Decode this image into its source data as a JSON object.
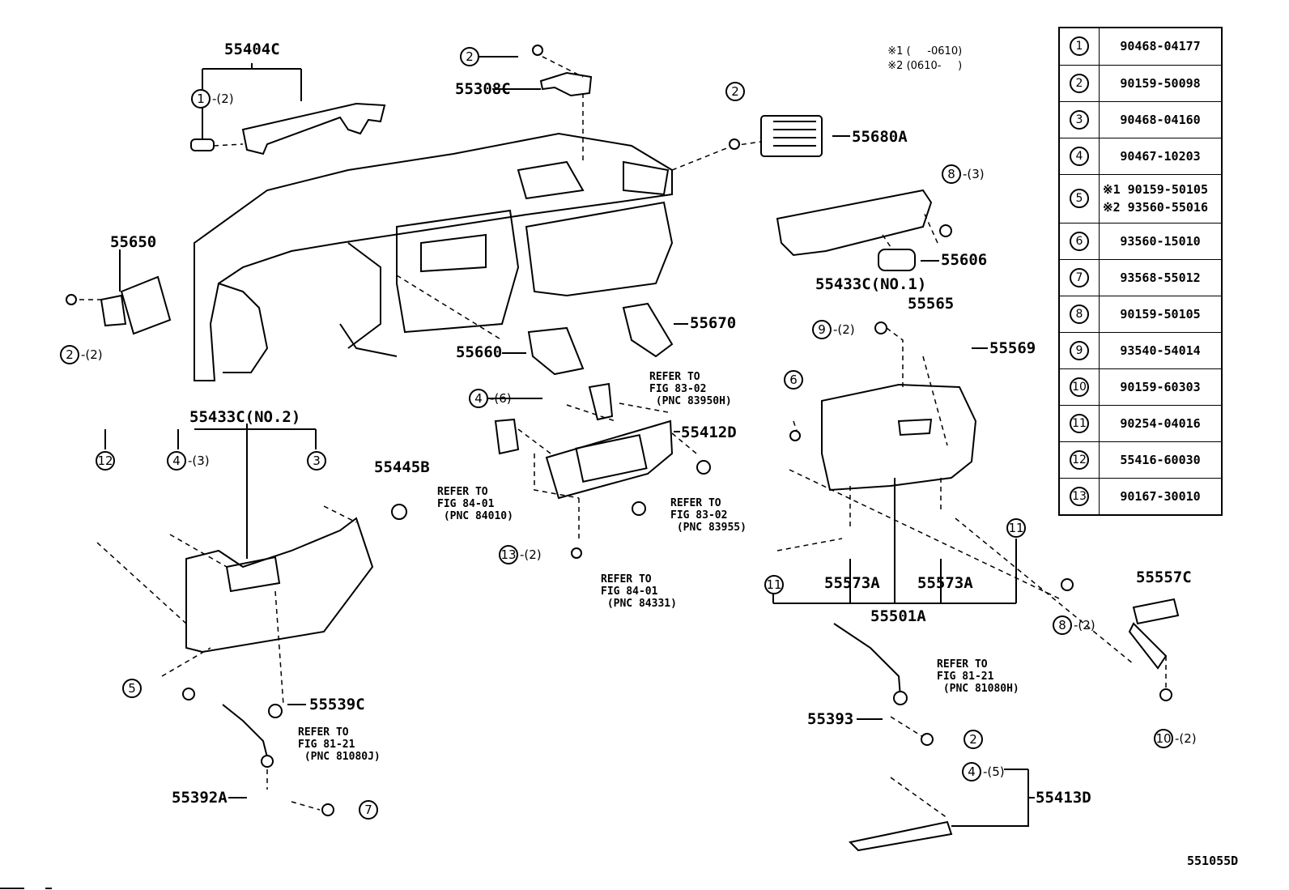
{
  "diagram": {
    "figure_id": "551055D",
    "notes": [
      {
        "mark": "※1",
        "text": "(     -0610)"
      },
      {
        "mark": "※2",
        "text": "(0610-     )"
      }
    ],
    "legend": [
      {
        "ref": "1",
        "part_numbers": [
          "90468-04177"
        ]
      },
      {
        "ref": "2",
        "part_numbers": [
          "90159-50098"
        ]
      },
      {
        "ref": "3",
        "part_numbers": [
          "90468-04160"
        ]
      },
      {
        "ref": "4",
        "part_numbers": [
          "90467-10203"
        ]
      },
      {
        "ref": "5",
        "part_numbers": [
          "※1 90159-50105",
          "※2 93560-55016"
        ]
      },
      {
        "ref": "6",
        "part_numbers": [
          "93560-15010"
        ]
      },
      {
        "ref": "7",
        "part_numbers": [
          "93568-55012"
        ]
      },
      {
        "ref": "8",
        "part_numbers": [
          "90159-50105"
        ]
      },
      {
        "ref": "9",
        "part_numbers": [
          "93540-54014"
        ]
      },
      {
        "ref": "10",
        "part_numbers": [
          "90159-60303"
        ]
      },
      {
        "ref": "11",
        "part_numbers": [
          "90254-04016"
        ]
      },
      {
        "ref": "12",
        "part_numbers": [
          "55416-60030"
        ]
      },
      {
        "ref": "13",
        "part_numbers": [
          "90167-30010"
        ]
      }
    ],
    "part_labels": {
      "p55404C": "55404C",
      "p55308C": "55308C",
      "p55680A": "55680A",
      "p55650": "55650",
      "p55606": "55606",
      "p55433C_no1": "55433C(NO.1)",
      "p55565": "55565",
      "p55569": "55569",
      "p55670": "55670",
      "p55660": "55660",
      "p55412D": "55412D",
      "p55433C_no2": "55433C(NO.2)",
      "p55445B": "55445B",
      "p55573A_1": "55573A",
      "p55573A_2": "55573A",
      "p55501A": "55501A",
      "p55557C": "55557C",
      "p55539C": "55539C",
      "p55392A": "55392A",
      "p55393": "55393",
      "p55413D": "55413D"
    },
    "callouts": [
      {
        "id": "c1",
        "ref": "1",
        "qty": "-(2)"
      },
      {
        "id": "c2a",
        "ref": "2",
        "qty": ""
      },
      {
        "id": "c2b",
        "ref": "2",
        "qty": ""
      },
      {
        "id": "c2c",
        "ref": "2",
        "qty": "-(2)"
      },
      {
        "id": "c8a",
        "ref": "8",
        "qty": "-(3)"
      },
      {
        "id": "c9",
        "ref": "9",
        "qty": "-(2)"
      },
      {
        "id": "c6",
        "ref": "6",
        "qty": ""
      },
      {
        "id": "c4a",
        "ref": "4",
        "qty": "-(6)"
      },
      {
        "id": "c12",
        "ref": "12",
        "qty": ""
      },
      {
        "id": "c4b",
        "ref": "4",
        "qty": "-(3)"
      },
      {
        "id": "c3",
        "ref": "3",
        "qty": ""
      },
      {
        "id": "c13",
        "ref": "13",
        "qty": "-(2)"
      },
      {
        "id": "c11a",
        "ref": "11",
        "qty": ""
      },
      {
        "id": "c11b",
        "ref": "11",
        "qty": ""
      },
      {
        "id": "c8b",
        "ref": "8",
        "qty": "-(2)"
      },
      {
        "id": "c5",
        "ref": "5",
        "qty": ""
      },
      {
        "id": "c7",
        "ref": "7",
        "qty": ""
      },
      {
        "id": "c2d",
        "ref": "2",
        "qty": ""
      },
      {
        "id": "c4c",
        "ref": "4",
        "qty": "-(5)"
      },
      {
        "id": "c10",
        "ref": "10",
        "qty": "-(2)"
      }
    ],
    "references": [
      {
        "id": "r1",
        "text": "REFER TO\nFIG 83-02\n (PNC 83950H)"
      },
      {
        "id": "r2",
        "text": "REFER TO\nFIG 84-01\n (PNC 84010)"
      },
      {
        "id": "r3",
        "text": "REFER TO\nFIG 83-02\n (PNC 83955)"
      },
      {
        "id": "r4",
        "text": "REFER TO\nFIG 84-01\n (PNC 84331)"
      },
      {
        "id": "r5",
        "text": "REFER TO\nFIG 81-21\n (PNC 81080H)"
      },
      {
        "id": "r6",
        "text": "REFER TO\nFIG 81-21\n (PNC 81080J)"
      }
    ]
  }
}
